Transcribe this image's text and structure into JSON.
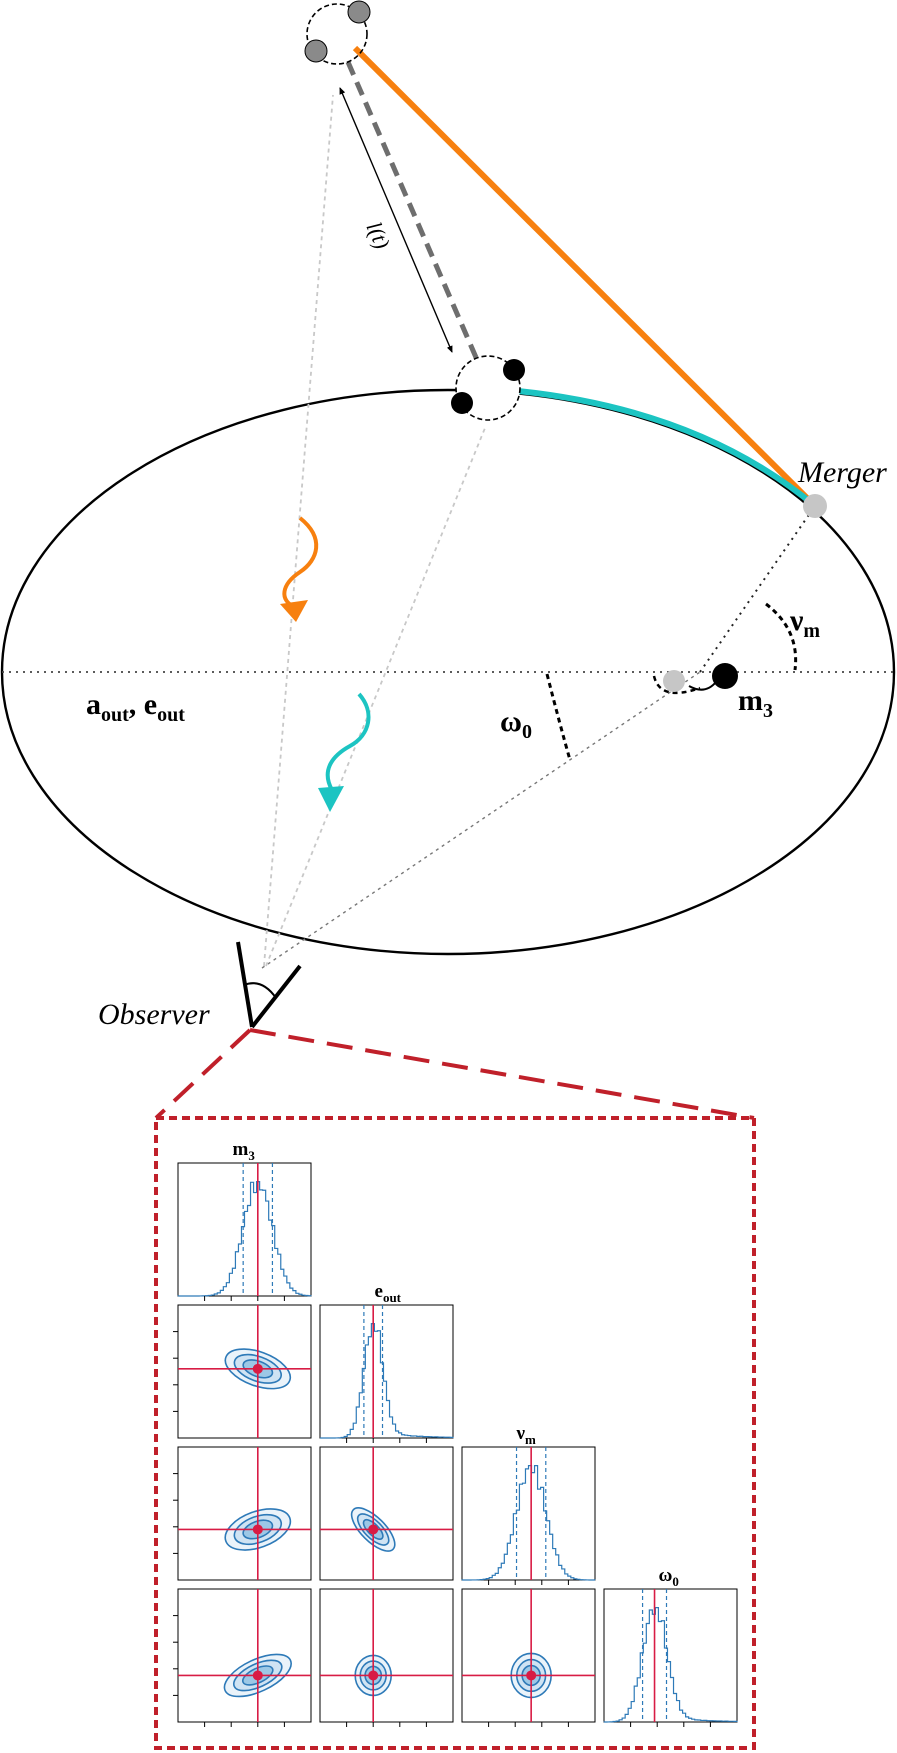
{
  "labels": {
    "merger": "Merger",
    "observer": "Observer",
    "lt": "l(t)",
    "aout_base": "a",
    "aout_sub": "out",
    "sep": ", ",
    "eout_base": "e",
    "eout_sub": "out",
    "omega_base": "ω",
    "omega_sub": "0",
    "nu_base": "ν",
    "nu_sub": "m",
    "m3_base": "m",
    "m3_sub": "3"
  },
  "corner": {
    "params": [
      {
        "base": "m",
        "sub": "3"
      },
      {
        "base": "e",
        "sub": "out"
      },
      {
        "base": "ν",
        "sub": "m"
      },
      {
        "base": "ω",
        "sub": "0"
      }
    ]
  },
  "colors": {
    "orange": "#f7800f",
    "cyan": "#1cc4c2",
    "frame_red": "#c0202a",
    "truth_red": "#d81c45",
    "contour_blue": "#2e7ab8",
    "fill_blue": "#9cc8e6",
    "grey": "#8a8a8a",
    "light_grey": "#c8c8c8"
  }
}
